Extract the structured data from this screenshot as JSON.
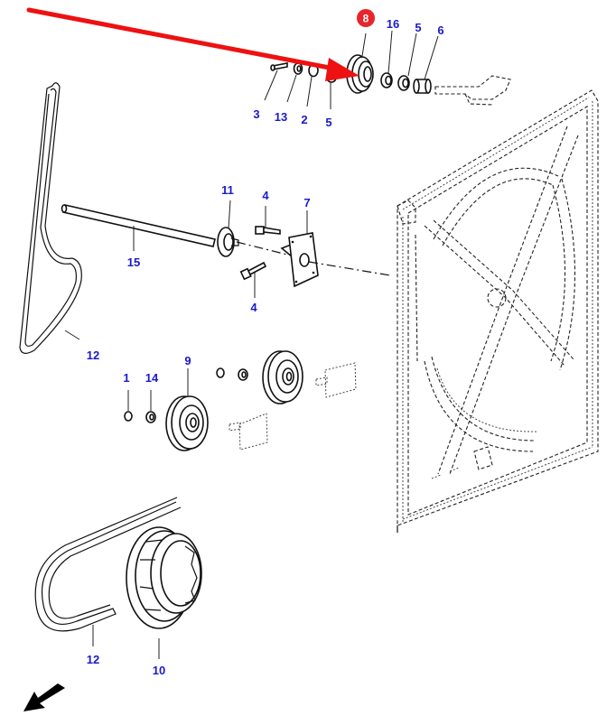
{
  "diagram": {
    "title": "Fan drive belt and pulley assembly - exploded parts view",
    "highlighted_part": "8",
    "colors": {
      "label": "#1a1acc",
      "highlight_badge": "#e8262a",
      "pointer_arrow": "#ee1111",
      "line_art": "#111111",
      "background": "#ffffff"
    },
    "callouts": [
      {
        "id": "c8",
        "label": "8",
        "part": "pulley (highlighted)",
        "highlighted": true
      },
      {
        "id": "c16",
        "label": "16",
        "part": "bearing"
      },
      {
        "id": "c5a",
        "label": "5",
        "part": "bearing"
      },
      {
        "id": "c6",
        "label": "6",
        "part": "spacer bushing"
      },
      {
        "id": "c3",
        "label": "3",
        "part": "bolt"
      },
      {
        "id": "c13",
        "label": "13",
        "part": "washer"
      },
      {
        "id": "c2",
        "label": "2",
        "part": "lock washer"
      },
      {
        "id": "c5b",
        "label": "5",
        "part": "bearing"
      },
      {
        "id": "c11",
        "label": "11",
        "part": "flange"
      },
      {
        "id": "c4a",
        "label": "4",
        "part": "bolt"
      },
      {
        "id": "c7",
        "label": "7",
        "part": "bearing plate"
      },
      {
        "id": "c15",
        "label": "15",
        "part": "shaft"
      },
      {
        "id": "c4b",
        "label": "4",
        "part": "bolt"
      },
      {
        "id": "c12a",
        "label": "12",
        "part": "drive belt"
      },
      {
        "id": "c1",
        "label": "1",
        "part": "nut"
      },
      {
        "id": "c14",
        "label": "14",
        "part": "washer"
      },
      {
        "id": "c9",
        "label": "9",
        "part": "idler pulley"
      },
      {
        "id": "c12b",
        "label": "12",
        "part": "drive belt"
      },
      {
        "id": "c10",
        "label": "10",
        "part": "crankshaft pulley"
      }
    ],
    "icons": {
      "pointer": "red-pointer-arrow",
      "direction": "front-direction-arrow"
    }
  }
}
